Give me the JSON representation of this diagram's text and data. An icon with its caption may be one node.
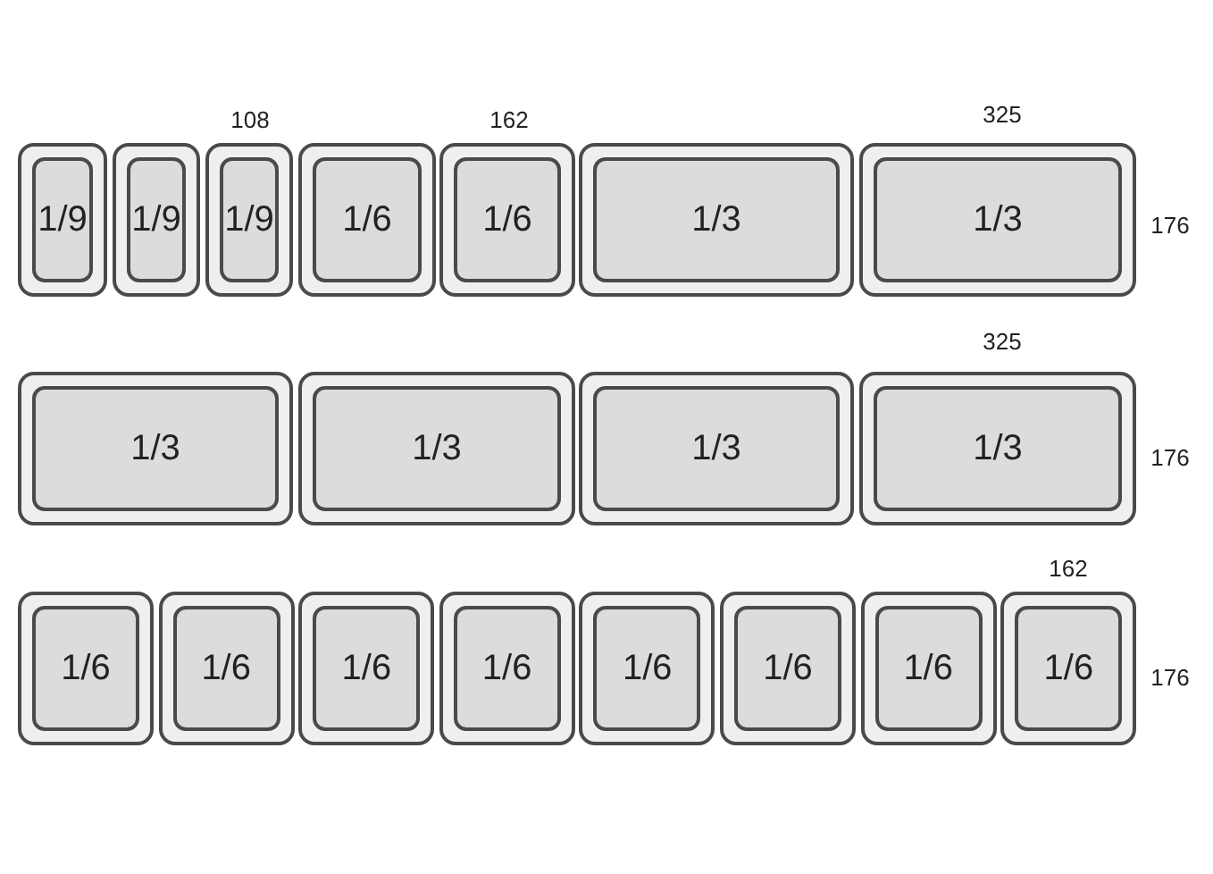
{
  "diagram": {
    "nodes": [
      {
        "text": [
          "1/9"
        ]
      },
      {
        "text": [
          "1/9"
        ]
      },
      {
        "text": [
          "1/9"
        ]
      },
      {
        "text": [
          "1/6"
        ]
      },
      {
        "text": [
          "1/6"
        ]
      },
      {
        "text": [
          "1/3"
        ]
      },
      {
        "text": [
          "1/3"
        ]
      },
      {
        "text": [
          "1/3"
        ]
      },
      {
        "text": [
          "1/3"
        ]
      },
      {
        "text": [
          "1/3"
        ]
      },
      {
        "text": [
          "1/3"
        ]
      },
      {
        "text": [
          "1/6"
        ]
      },
      {
        "text": [
          "1/6"
        ]
      },
      {
        "text": [
          "1/6"
        ]
      },
      {
        "text": [
          "1/6"
        ]
      },
      {
        "text": [
          "1/6"
        ]
      },
      {
        "text": [
          "1/6"
        ]
      },
      {
        "text": [
          "1/6"
        ]
      },
      {
        "text": [
          "1/6"
        ]
      }
    ],
    "edges": [],
    "labels": [
      "108",
      "162",
      "325",
      "176",
      "325",
      "176",
      "162",
      "176"
    ]
  }
}
